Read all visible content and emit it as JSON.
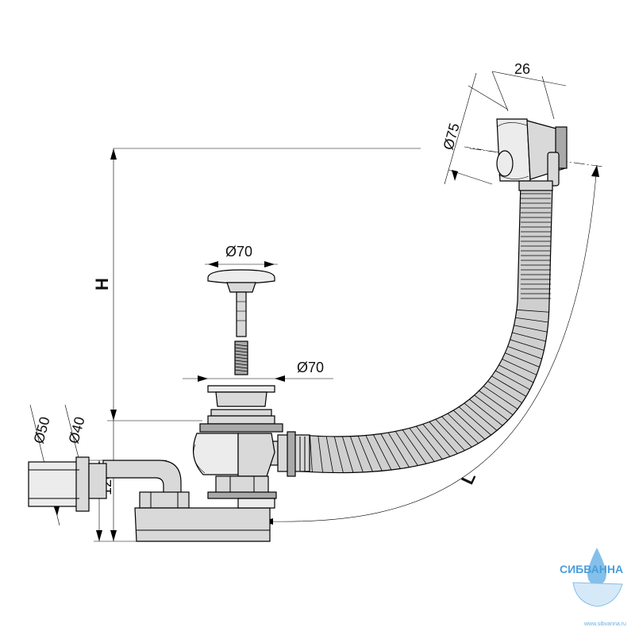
{
  "dimensions": {
    "overflow_width": "26",
    "overflow_diameter": "Ø75",
    "stopper_diameter": "Ø70",
    "drain_diameter": "Ø70",
    "outlet_outer_diameter": "Ø50",
    "outlet_inner_diameter": "Ø40",
    "trap_height": "120",
    "height_label": "H",
    "length_label": "L"
  },
  "watermark": {
    "brand": "СИБВАННА",
    "url": "www.sibvanna.ru",
    "color": "#2a8fd6"
  }
}
